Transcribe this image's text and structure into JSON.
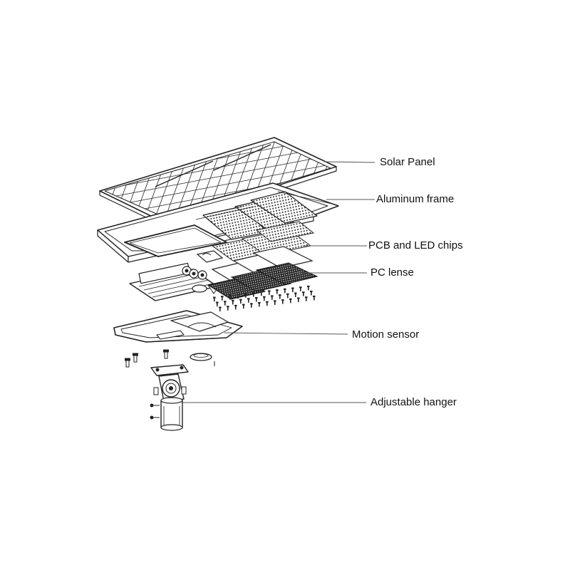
{
  "labels": {
    "solar_panel": "Solar Panel",
    "aluminum_frame": "Aluminum frame",
    "pcb_led": "PCB and LED chips",
    "pc_lense": "PC lense",
    "motion_sensor": "Motion sensor",
    "hanger": "Adjustable hanger"
  },
  "colors": {
    "line": "#222222",
    "leader": "#555555",
    "background": "#ffffff"
  }
}
